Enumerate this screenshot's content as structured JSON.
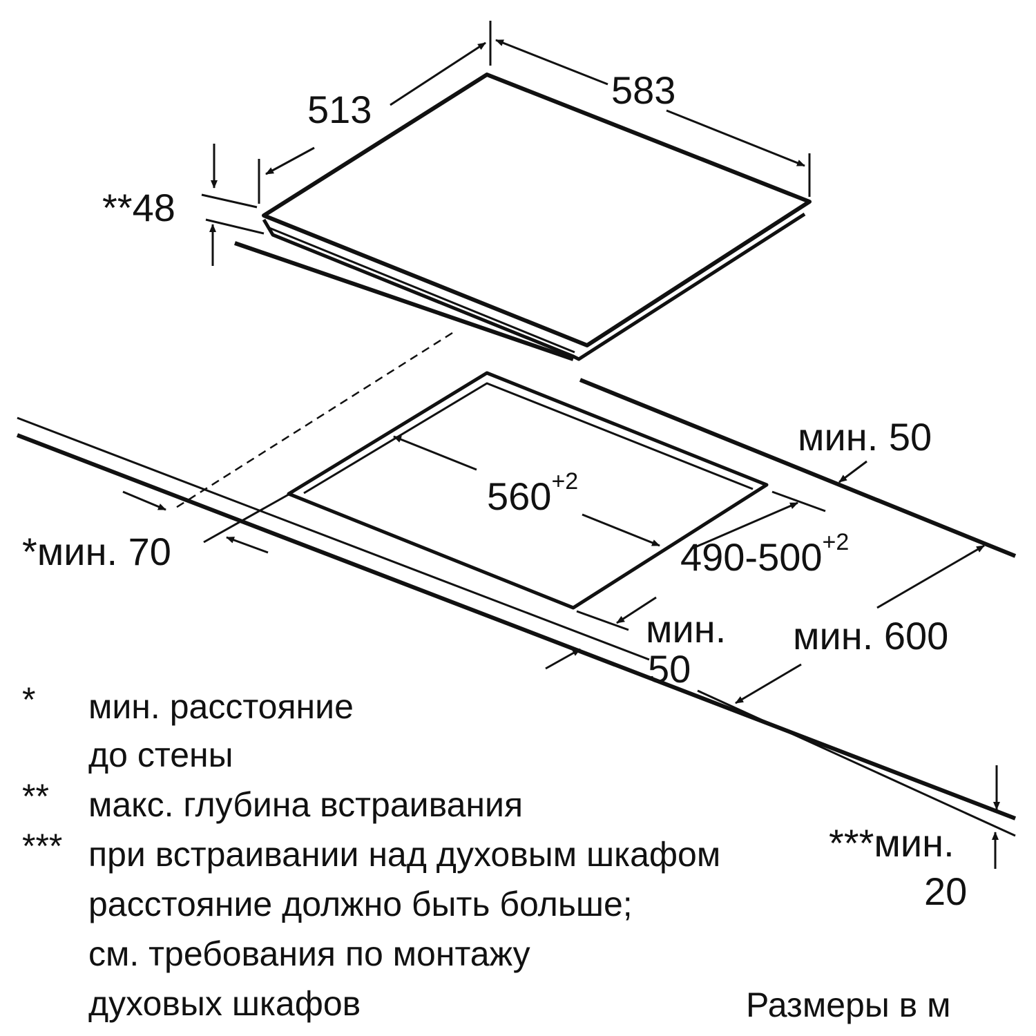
{
  "dimensions": {
    "width_513": "513",
    "length_583": "583",
    "depth_48": "**48",
    "cutout_560": "560",
    "cutout_560_tol": "+2",
    "cutout_490": "490-500",
    "cutout_490_tol": "+2",
    "wall_min70": "*мин. 70",
    "back_min50": "мин. 50",
    "front_min50_a": "мин.",
    "front_min50_b": "50",
    "depth_min600": "мин. 600",
    "oven_min20_a": "***мин.",
    "oven_min20_b": "20"
  },
  "legend": [
    {
      "mark": "*",
      "lines": [
        "мин. расстояние",
        "до стены"
      ]
    },
    {
      "mark": "**",
      "lines": [
        "макс. глубина встраивания"
      ]
    },
    {
      "mark": "***",
      "lines": [
        "при встраивании над духовым шкафом",
        "расстояние должно быть больше;",
        "см. требования по монтажу",
        "духовых шкафов"
      ]
    }
  ],
  "units_label": "Размеры в м"
}
